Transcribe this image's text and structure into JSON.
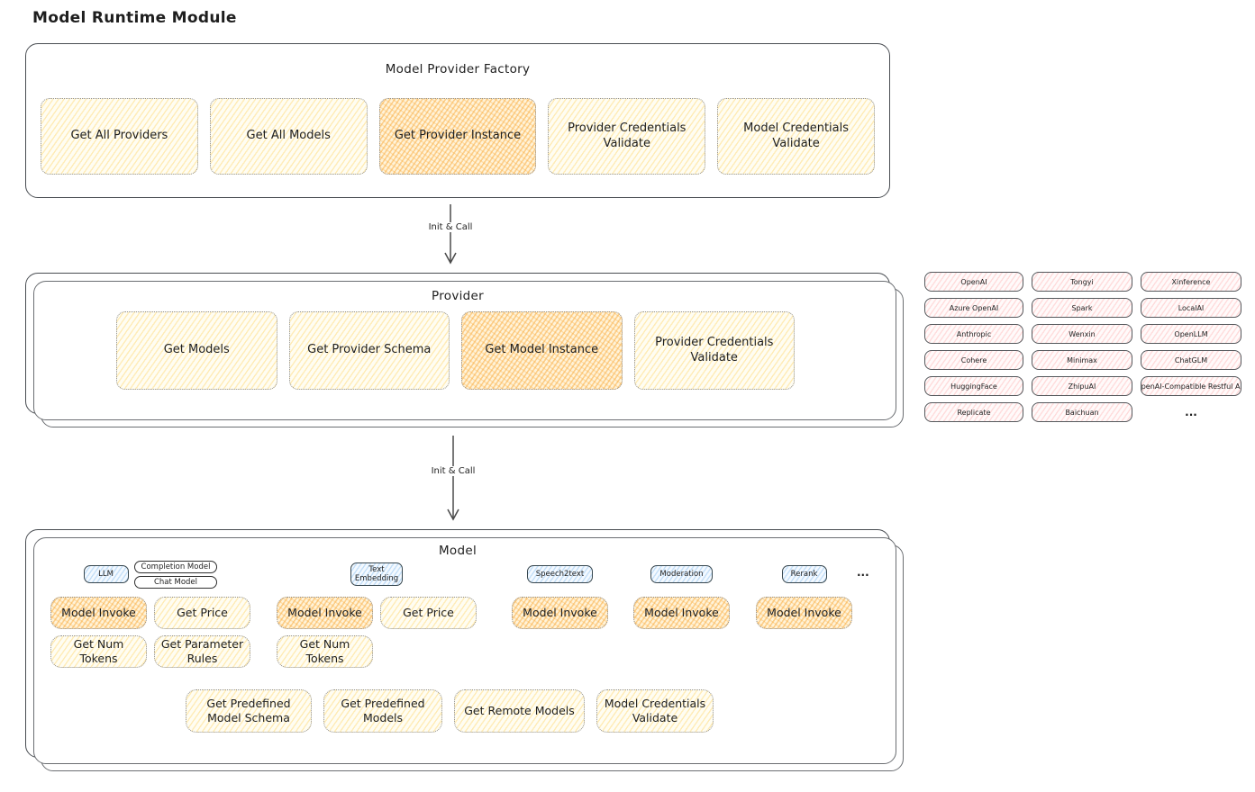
{
  "page_title": "Model Runtime Module",
  "palette": {
    "yellow_fill": "#ffec99",
    "orange_highlight_fill": "#ffc078",
    "pink_fill": "#ffc9c9",
    "blue_fill": "#a5d8ff",
    "outline": "#494d52"
  },
  "factory": {
    "title": "Model Provider Factory",
    "buttons": [
      {
        "label": "Get All Providers",
        "highlighted": false
      },
      {
        "label": "Get All Models",
        "highlighted": false
      },
      {
        "label": "Get Provider Instance",
        "highlighted": true
      },
      {
        "label": "Provider Credentials Validate",
        "highlighted": false
      },
      {
        "label": "Model Credentials Validate",
        "highlighted": false
      }
    ]
  },
  "arrow_top": {
    "label": "Init & Call"
  },
  "arrow_bottom": {
    "label": "Init & Call"
  },
  "provider": {
    "title": "Provider",
    "buttons": [
      {
        "label": "Get Models",
        "highlighted": false
      },
      {
        "label": "Get Provider Schema",
        "highlighted": false
      },
      {
        "label": "Get Model Instance",
        "highlighted": true
      },
      {
        "label": "Provider Credentials Validate",
        "highlighted": false
      }
    ]
  },
  "provider_list": {
    "items": [
      {
        "label": "OpenAI"
      },
      {
        "label": "Tongyi"
      },
      {
        "label": "Xinference"
      },
      {
        "label": "Azure OpenAI"
      },
      {
        "label": "Spark"
      },
      {
        "label": "LocalAI"
      },
      {
        "label": "Anthropic"
      },
      {
        "label": "Wenxin"
      },
      {
        "label": "OpenLLM"
      },
      {
        "label": "Cohere"
      },
      {
        "label": "Minimax"
      },
      {
        "label": "ChatGLM"
      },
      {
        "label": "HuggingFace"
      },
      {
        "label": "ZhipuAI"
      },
      {
        "label": "OpenAI-Compatible Restful API"
      },
      {
        "label": "Replicate"
      },
      {
        "label": "Baichuan"
      },
      {
        "label": "...",
        "type": "more"
      }
    ]
  },
  "model": {
    "title": "Model",
    "more_label": "...",
    "groups": [
      {
        "tag": "LLM",
        "sub_tags": [
          "Completion Model",
          "Chat Model"
        ],
        "buttons": [
          {
            "label": "Model Invoke",
            "highlighted": true
          },
          {
            "label": "Get Price",
            "highlighted": false
          },
          {
            "label": "Get Num Tokens",
            "highlighted": false
          },
          {
            "label": "Get Parameter Rules",
            "highlighted": false
          }
        ]
      },
      {
        "tag": "Text Embedding",
        "sub_tags": [],
        "buttons": [
          {
            "label": "Model Invoke",
            "highlighted": true
          },
          {
            "label": "Get Price",
            "highlighted": false
          },
          {
            "label": "Get Num Tokens",
            "highlighted": false
          }
        ]
      },
      {
        "tag": "Speech2text",
        "sub_tags": [],
        "buttons": [
          {
            "label": "Model Invoke",
            "highlighted": true
          }
        ]
      },
      {
        "tag": "Moderation",
        "sub_tags": [],
        "buttons": [
          {
            "label": "Model Invoke",
            "highlighted": true
          }
        ]
      },
      {
        "tag": "Rerank",
        "sub_tags": [],
        "buttons": [
          {
            "label": "Model Invoke",
            "highlighted": true
          }
        ]
      }
    ],
    "bottom_buttons": [
      {
        "label": "Get Predefined Model Schema",
        "highlighted": false
      },
      {
        "label": "Get Predefined Models",
        "highlighted": false
      },
      {
        "label": "Get Remote Models",
        "highlighted": false
      },
      {
        "label": "Model Credentials Validate",
        "highlighted": false
      }
    ]
  }
}
